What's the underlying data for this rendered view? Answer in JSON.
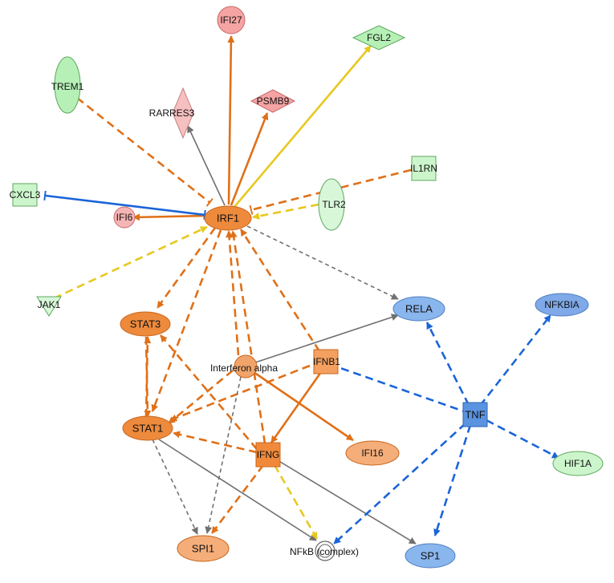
{
  "nodes": {
    "irf1": {
      "label": "IRF1",
      "shape": "ellipse",
      "fill": "#ee8a3c",
      "stroke": "#c9651c"
    },
    "ifi27": {
      "label": "IFI27",
      "shape": "circle",
      "fill": "#f5a3a3",
      "stroke": "#c76d6d"
    },
    "fgl2": {
      "label": "FGL2",
      "shape": "diamond",
      "fill": "#b6f0b6",
      "stroke": "#5fa85f"
    },
    "trem1": {
      "label": "TREM1",
      "shape": "ellipse",
      "fill": "#b6f0b6",
      "stroke": "#5fa85f"
    },
    "rarres3": {
      "label": "RARRES3",
      "shape": "diamond",
      "fill": "#f7c0c0",
      "stroke": "#c78080"
    },
    "psmb9": {
      "label": "PSMB9",
      "shape": "diamond",
      "fill": "#f5a3a3",
      "stroke": "#c76d6d"
    },
    "il1rn": {
      "label": "IL1RN",
      "shape": "square",
      "fill": "#ccf5cc",
      "stroke": "#5fa85f"
    },
    "cxcl3": {
      "label": "CXCL3",
      "shape": "square",
      "fill": "#ccf5cc",
      "stroke": "#5fa85f"
    },
    "ifi6": {
      "label": "IFI6",
      "shape": "circle",
      "fill": "#f5b5b5",
      "stroke": "#c76d6d"
    },
    "tlr2": {
      "label": "TLR2",
      "shape": "ellipse",
      "fill": "#d8f7d8",
      "stroke": "#5fa85f"
    },
    "jak1": {
      "label": "JAK1",
      "shape": "triangle",
      "fill": "#d8f7d8",
      "stroke": "#5fa85f"
    },
    "stat3": {
      "label": "STAT3",
      "shape": "ellipse",
      "fill": "#ee8a3c",
      "stroke": "#c9651c"
    },
    "interferon_alpha": {
      "label": "Interferon alpha",
      "shape": "circle",
      "fill": "#f0a46a",
      "stroke": "#c9651c"
    },
    "ifnb1": {
      "label": "IFNB1",
      "shape": "square",
      "fill": "#f3a060",
      "stroke": "#c9651c"
    },
    "rela": {
      "label": "RELA",
      "shape": "ellipse",
      "fill": "#8ab6ee",
      "stroke": "#4f7fc0"
    },
    "nfkbia": {
      "label": "NFKBIA",
      "shape": "ellipse",
      "fill": "#7fa9e8",
      "stroke": "#4f7fc0"
    },
    "stat1": {
      "label": "STAT1",
      "shape": "ellipse",
      "fill": "#ee8a3c",
      "stroke": "#c9651c"
    },
    "tnf": {
      "label": "TNF",
      "shape": "square",
      "fill": "#5a93e0",
      "stroke": "#2f64b0"
    },
    "ifng": {
      "label": "IFNG",
      "shape": "square",
      "fill": "#f08a3a",
      "stroke": "#c9651c"
    },
    "ifi16": {
      "label": "IFI16",
      "shape": "ellipse",
      "fill": "#f5ae7a",
      "stroke": "#c9651c"
    },
    "hif1a": {
      "label": "HIF1A",
      "shape": "ellipse",
      "fill": "#ccf5cc",
      "stroke": "#5fa85f"
    },
    "spi1": {
      "label": "SPI1",
      "shape": "ellipse",
      "fill": "#f5ae7a",
      "stroke": "#c9651c"
    },
    "nfkb": {
      "label": "NFkB (complex)",
      "shape": "double-circle",
      "fill": "#ffffff",
      "stroke": "#666666"
    },
    "sp1": {
      "label": "SP1",
      "shape": "ellipse",
      "fill": "#8ab6ee",
      "stroke": "#4f7fc0"
    }
  },
  "edge_colors": {
    "activation": "#e07018",
    "predicted": "#e8c81e",
    "inhibition": "#1a64d8",
    "neutral": "#707070"
  }
}
